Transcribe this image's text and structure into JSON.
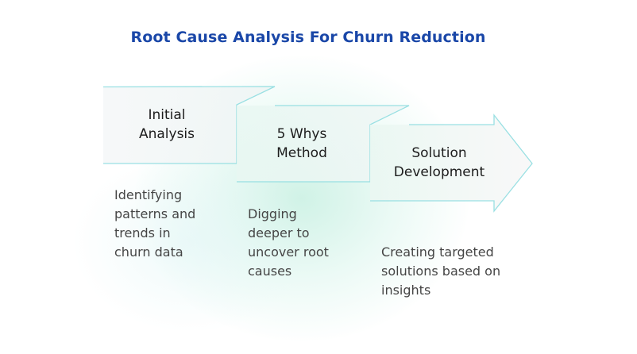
{
  "title": "Root Cause Analysis For Churn Reduction",
  "colors": {
    "title": "#1a47a8",
    "outline": "#8fdde0",
    "label": "#1c1c1c",
    "description": "#454545",
    "glow": "#c8f0e2"
  },
  "steps": [
    {
      "label_lines": [
        "Initial",
        "Analysis"
      ],
      "description_lines": [
        "Identifying",
        "patterns and",
        "trends in",
        "churn data"
      ]
    },
    {
      "label_lines": [
        "5 Whys",
        "Method"
      ],
      "description_lines": [
        "Digging",
        "deeper to",
        "uncover root",
        "causes"
      ]
    },
    {
      "label_lines": [
        "Solution",
        "Development"
      ],
      "description_lines": [
        "Creating targeted",
        "solutions based on",
        "insights"
      ]
    }
  ]
}
